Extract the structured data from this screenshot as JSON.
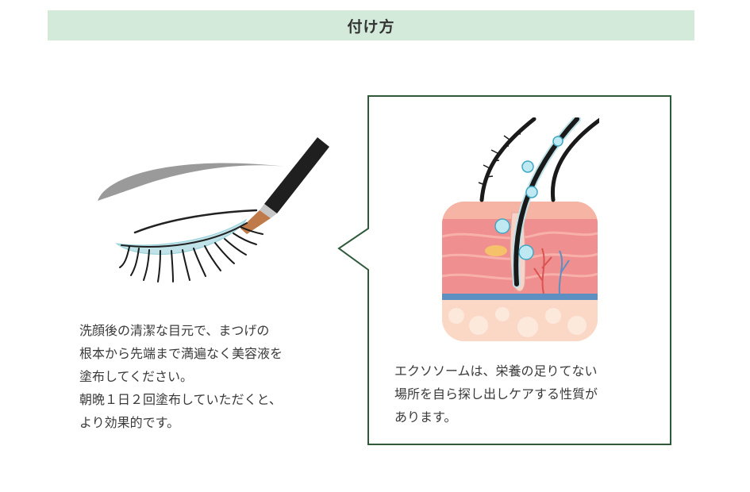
{
  "header": {
    "title": "付け方"
  },
  "left_panel": {
    "description_lines": [
      "洗顔後の清潔な目元で、まつげの",
      "根本から先端まで満遍なく美容液を",
      "塗布してください。",
      "朝晩１日２回塗布していただくと、",
      "より効果的です。"
    ]
  },
  "callout_panel": {
    "description_lines": [
      "エクソソームは、栄養の足りてない",
      "場所を自ら探し出しケアする性質が",
      "あります。"
    ]
  },
  "colors": {
    "title_bar_bg": "#d3eadb",
    "callout_border": "#2e5a3a",
    "eyebrow": "#9a9a9a",
    "lash_line_tint": "#bfe3e8",
    "applicator_tip": "#c07a4a",
    "skin_pink": "#f08f8f",
    "skin_light": "#f9c7b9"
  }
}
